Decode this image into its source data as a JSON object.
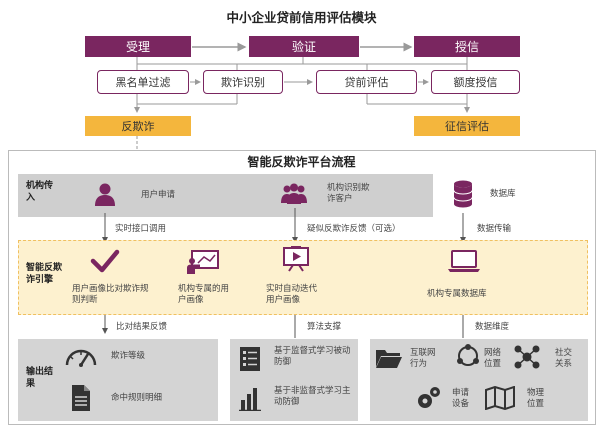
{
  "top": {
    "title": "中小企业贷前信用评估模块",
    "stages": [
      "受理",
      "验证",
      "授信"
    ],
    "sub_steps": [
      "黑名单过滤",
      "欺诈识别",
      "贷前评估",
      "额度授信"
    ],
    "outputs": [
      "反欺诈",
      "征信评估"
    ]
  },
  "platform": {
    "title": "智能反欺诈平台流程",
    "input_label": "机构传入",
    "user_apply": "用户申请",
    "org_identify": "机构识别欺诈客户",
    "database": "数据库",
    "realtime_api": "实时接口调用",
    "suspect_feedback": "疑似反欺诈反馈（可选）",
    "data_transfer": "数据传输",
    "engine_label": "智能反欺诈引擎",
    "profile_compare": "用户画像比对欺诈规则判断",
    "org_profile": "机构专属的用户画像",
    "realtime_auto": "实时自动迭代用户画像",
    "org_database": "机构专属数据库",
    "compare_feedback": "比对结果反馈",
    "algo_support": "算法支撑",
    "data_dimension": "数据维度",
    "output_label": "输出结果",
    "fraud_level": "欺诈等级",
    "rule_detail": "命中规则明细",
    "supervised": "基于监督式学习被动防御",
    "unsupervised": "基于非监督式学习主动防御",
    "dims": {
      "internet": "互联网行为",
      "network": "网络位置",
      "social": "社交关系",
      "device": "申请设备",
      "physical": "物理位置"
    }
  },
  "colors": {
    "purple": "#7a2660",
    "yellow": "#f4b63d",
    "light_yellow": "#fdf1cf",
    "grey": "#cfcfcf"
  }
}
